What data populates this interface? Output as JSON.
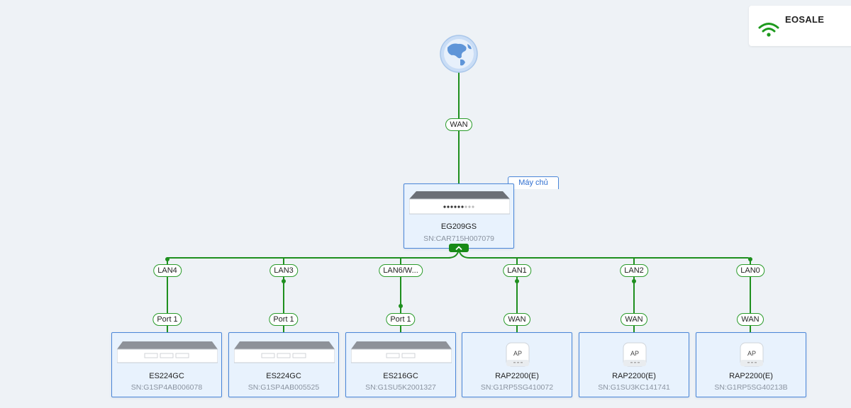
{
  "brand": {
    "name": "EOSALE",
    "icon": "wifi-icon",
    "icon_color": "#1d9a1d"
  },
  "internet": {
    "icon": "globe-icon"
  },
  "uplink": {
    "label": "WAN"
  },
  "gateway": {
    "role_tag": "Máy chủ",
    "model": "EG209GS",
    "serial": "SN:CAR715H007079",
    "collapse_icon": "chevron-up-icon"
  },
  "devices": [
    {
      "port_label": "LAN4",
      "uplink_label": "Port 1",
      "model": "ES224GC",
      "serial": "SN:G1SP4AB006078",
      "type": "switch"
    },
    {
      "port_label": "LAN3",
      "uplink_label": "Port 1",
      "model": "ES224GC",
      "serial": "SN:G1SP4AB005525",
      "type": "switch"
    },
    {
      "port_label": "LAN6/W...",
      "uplink_label": "Port 1",
      "model": "ES216GC",
      "serial": "SN:G1SU5K2001327",
      "type": "switch"
    },
    {
      "port_label": "LAN1",
      "uplink_label": "WAN",
      "model": "RAP2200(E)",
      "serial": "SN:G1RP5SG410072",
      "type": "ap"
    },
    {
      "port_label": "LAN2",
      "uplink_label": "WAN",
      "model": "RAP2200(E)",
      "serial": "SN:G1SU3KC141741",
      "type": "ap"
    },
    {
      "port_label": "LAN0",
      "uplink_label": "WAN",
      "model": "RAP2200(E)",
      "serial": "SN:G1RP5SG40213B",
      "type": "ap"
    }
  ],
  "ap_badge": "AP",
  "colors": {
    "link": "#1e8f1e",
    "card_border": "#4a86d8",
    "card_bg": "#e8f2fd"
  }
}
